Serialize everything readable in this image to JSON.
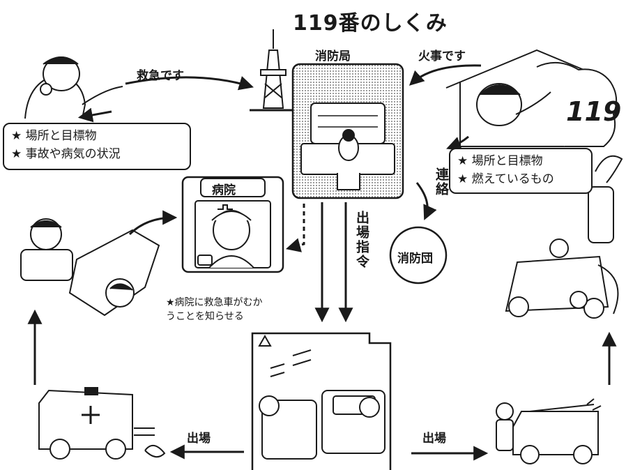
{
  "title": "119番のしくみ",
  "center": {
    "label": "消防局"
  },
  "caller_left": {
    "arrow_label": "救急です",
    "items": [
      "★ 場所と目標物",
      "★ 事故や病気の状況"
    ]
  },
  "caller_right": {
    "arrow_label": "火事です",
    "phone_number": "119",
    "items": [
      "★ 場所と目標物",
      "★ 燃えているもの"
    ]
  },
  "hospital": {
    "label": "病院",
    "note_lines": [
      "★病院に救急車がむか",
      "うことを知らせる"
    ]
  },
  "contact": {
    "label": "連絡"
  },
  "fire_brigade": {
    "label": "消防団"
  },
  "dispatch": {
    "label": "出場指令"
  },
  "exit_left": {
    "label": "出場"
  },
  "exit_right": {
    "label": "出場"
  }
}
